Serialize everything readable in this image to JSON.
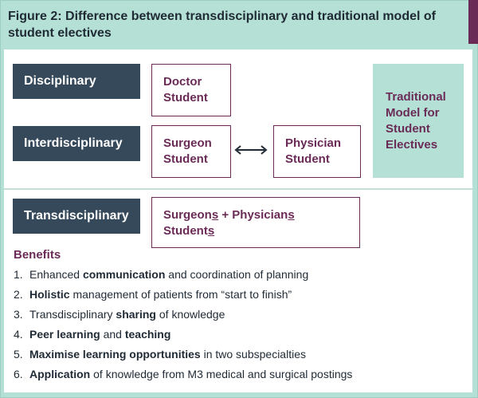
{
  "figure": {
    "title": "Figure 2: Difference between transdisciplinary and traditional model of student electives"
  },
  "colors": {
    "teal": "#b4e0d5",
    "navy": "#36495a",
    "plum": "#6b2b57"
  },
  "rows": {
    "disciplinary": {
      "label": "Disciplinary",
      "box": [
        "Doctor",
        "Student"
      ]
    },
    "interdisciplinary": {
      "label": "Interdisciplinary",
      "left_box": [
        "Surgeon",
        "Student"
      ],
      "right_box": [
        "Physician",
        "Student"
      ]
    },
    "transdisciplinary": {
      "label": "Transdisciplinary",
      "line1_a": "Surgeon",
      "line1_b": "s",
      "line1_c": " + Physician",
      "line1_d": "s",
      "line2_a": "Student",
      "line2_b": "s"
    }
  },
  "traditional": [
    "Traditional",
    "Model for",
    "Student",
    "Electives"
  ],
  "benefits": {
    "heading": "Benefits",
    "items": [
      {
        "num": "1.",
        "pre": "Enhanced ",
        "bold": "communication",
        "post": " and coordination of planning"
      },
      {
        "num": "2.",
        "pre": "",
        "bold": "Holistic",
        "post": " management of patients from “start to finish”"
      },
      {
        "num": "3.",
        "pre": "Transdisciplinary ",
        "bold": "sharing",
        "post": " of knowledge"
      },
      {
        "num": "4.",
        "pre": "",
        "bold": "Peer learning",
        "post": " and ",
        "bold2": "teaching"
      },
      {
        "num": "5.",
        "pre": "",
        "bold": "Maximise learning opportunities",
        "post": " in two subspecialties"
      },
      {
        "num": "6.",
        "pre": "",
        "bold": "Application",
        "post": " of knowledge from M3 medical and surgical postings"
      }
    ]
  }
}
